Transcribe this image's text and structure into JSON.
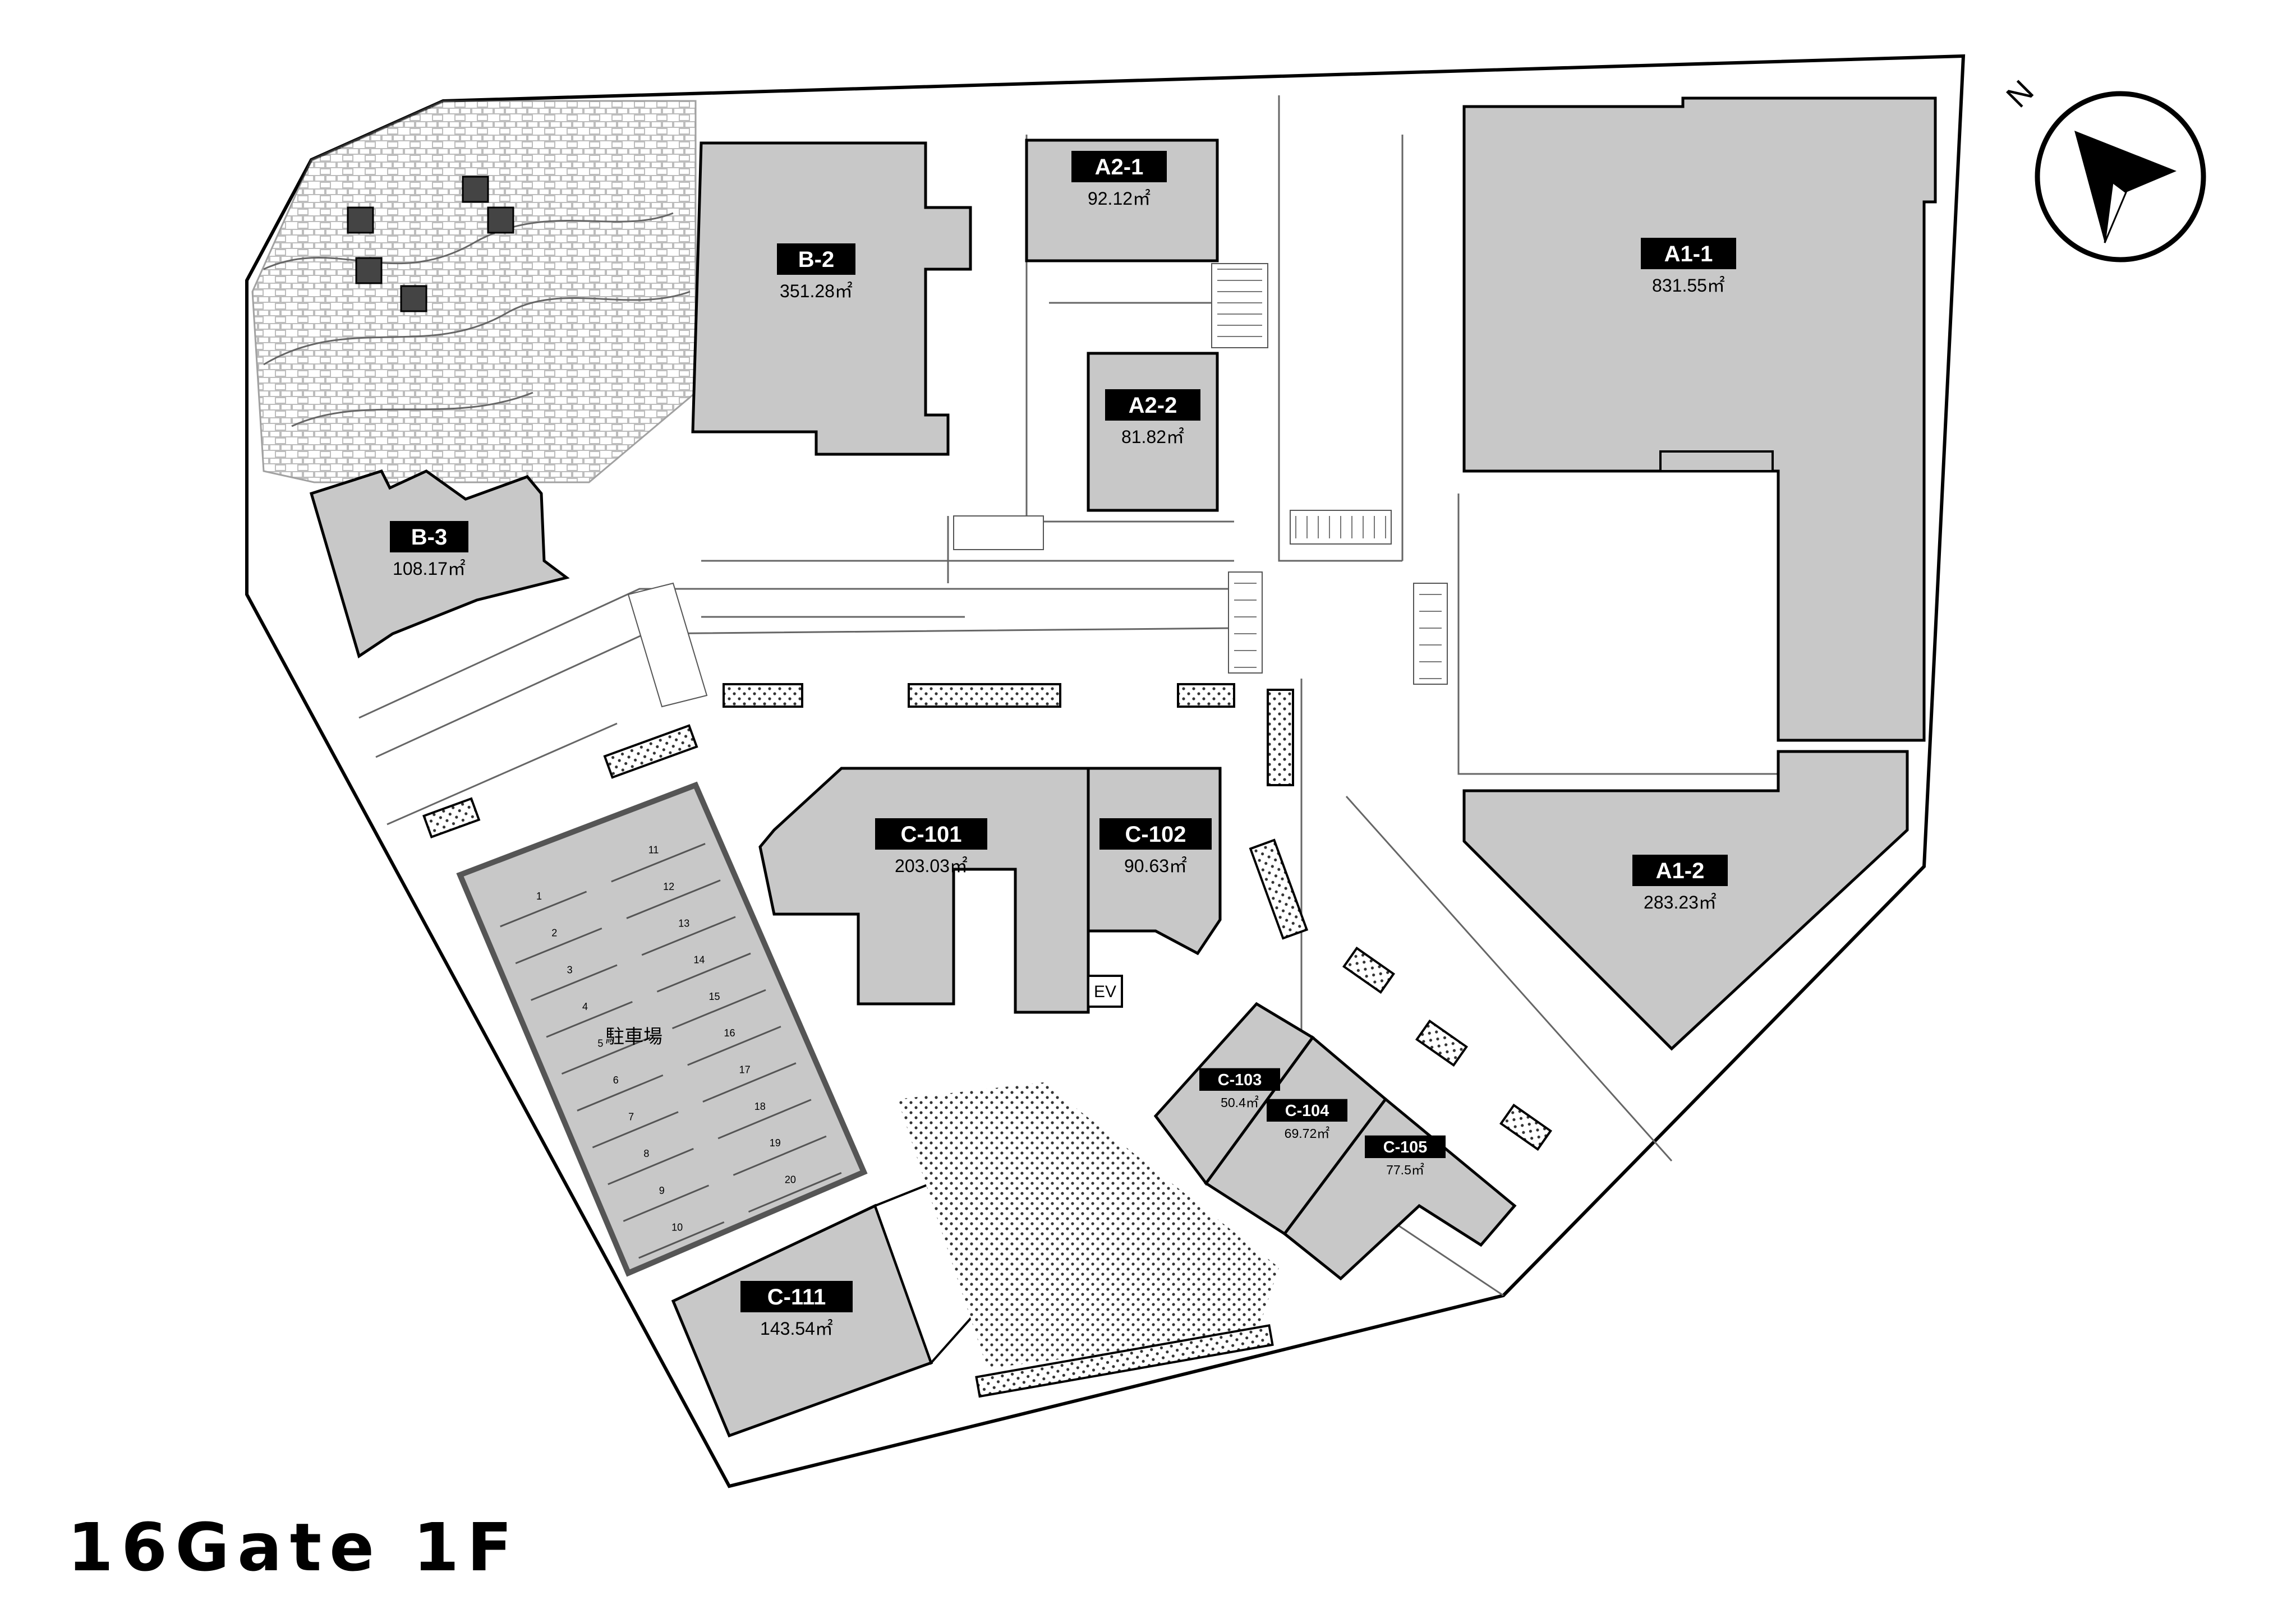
{
  "map_title": "16Gate 1F",
  "north_label": "N",
  "parking_label": "駐車場",
  "ev_label": "EV",
  "units": [
    {
      "id": "A1-1",
      "area": "831.55㎡"
    },
    {
      "id": "A1-2",
      "area": "283.23㎡"
    },
    {
      "id": "A2-1",
      "area": "92.12㎡"
    },
    {
      "id": "A2-2",
      "area": "81.82㎡"
    },
    {
      "id": "B-2",
      "area": "351.28㎡"
    },
    {
      "id": "B-3",
      "area": "108.17㎡"
    },
    {
      "id": "C-101",
      "area": "203.03㎡"
    },
    {
      "id": "C-102",
      "area": "90.63㎡"
    },
    {
      "id": "C-103",
      "area": "50.4㎡"
    },
    {
      "id": "C-104",
      "area": "69.72㎡"
    },
    {
      "id": "C-105",
      "area": "77.5㎡"
    },
    {
      "id": "C-111",
      "area": "143.54㎡"
    }
  ],
  "parking_stalls": [
    "1",
    "2",
    "3",
    "4",
    "5",
    "6",
    "7",
    "8",
    "9",
    "10",
    "11",
    "12",
    "13",
    "14",
    "15",
    "16",
    "17",
    "18",
    "19",
    "20"
  ]
}
